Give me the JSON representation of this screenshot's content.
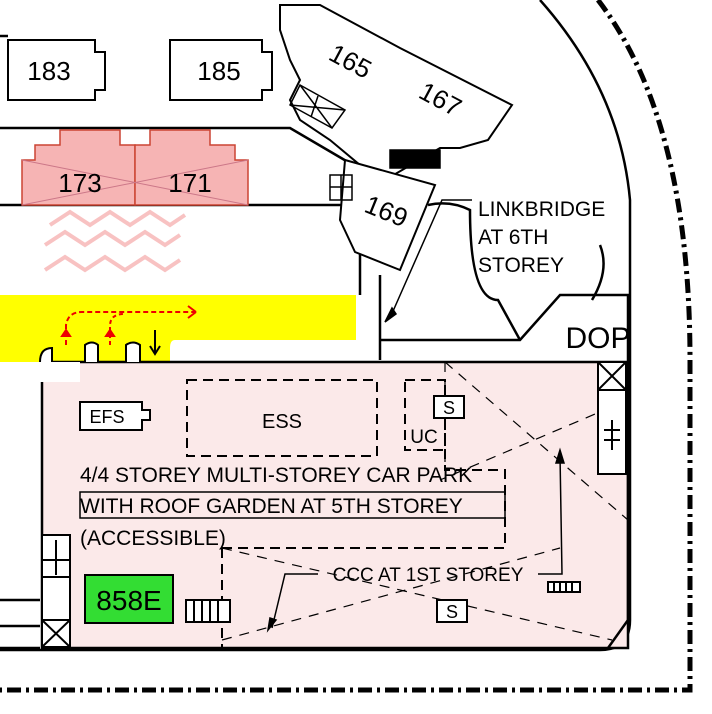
{
  "blocks": {
    "b183": "183",
    "b185": "185",
    "b165": "165",
    "b167": "167",
    "b169": "169",
    "b173": "173",
    "b171": "171"
  },
  "labels": {
    "linkbridge": [
      "LINKBRIDGE",
      "AT 6TH",
      "STOREY"
    ],
    "dop": "DOP",
    "efs": "EFS",
    "ess": "ESS",
    "uc": "UC",
    "s_top": "S",
    "s_bottom": "S",
    "carpark": [
      "4/4 STOREY MULTI-STOREY CAR PARK",
      "WITH ROOF GARDEN AT 5TH STOREY",
      "(ACCESSIBLE)"
    ],
    "ccc": "CCC AT 1ST STOREY"
  },
  "block_id": {
    "label": "858E",
    "bg_color": "#33dd33"
  },
  "colors": {
    "carpark_fill": "#fbe9e9",
    "highlight_block": "#f6b4b4",
    "road_yellow": "#ffff00",
    "arrow_red": "#ee0000",
    "wave_pink": "#f8c2c2"
  }
}
